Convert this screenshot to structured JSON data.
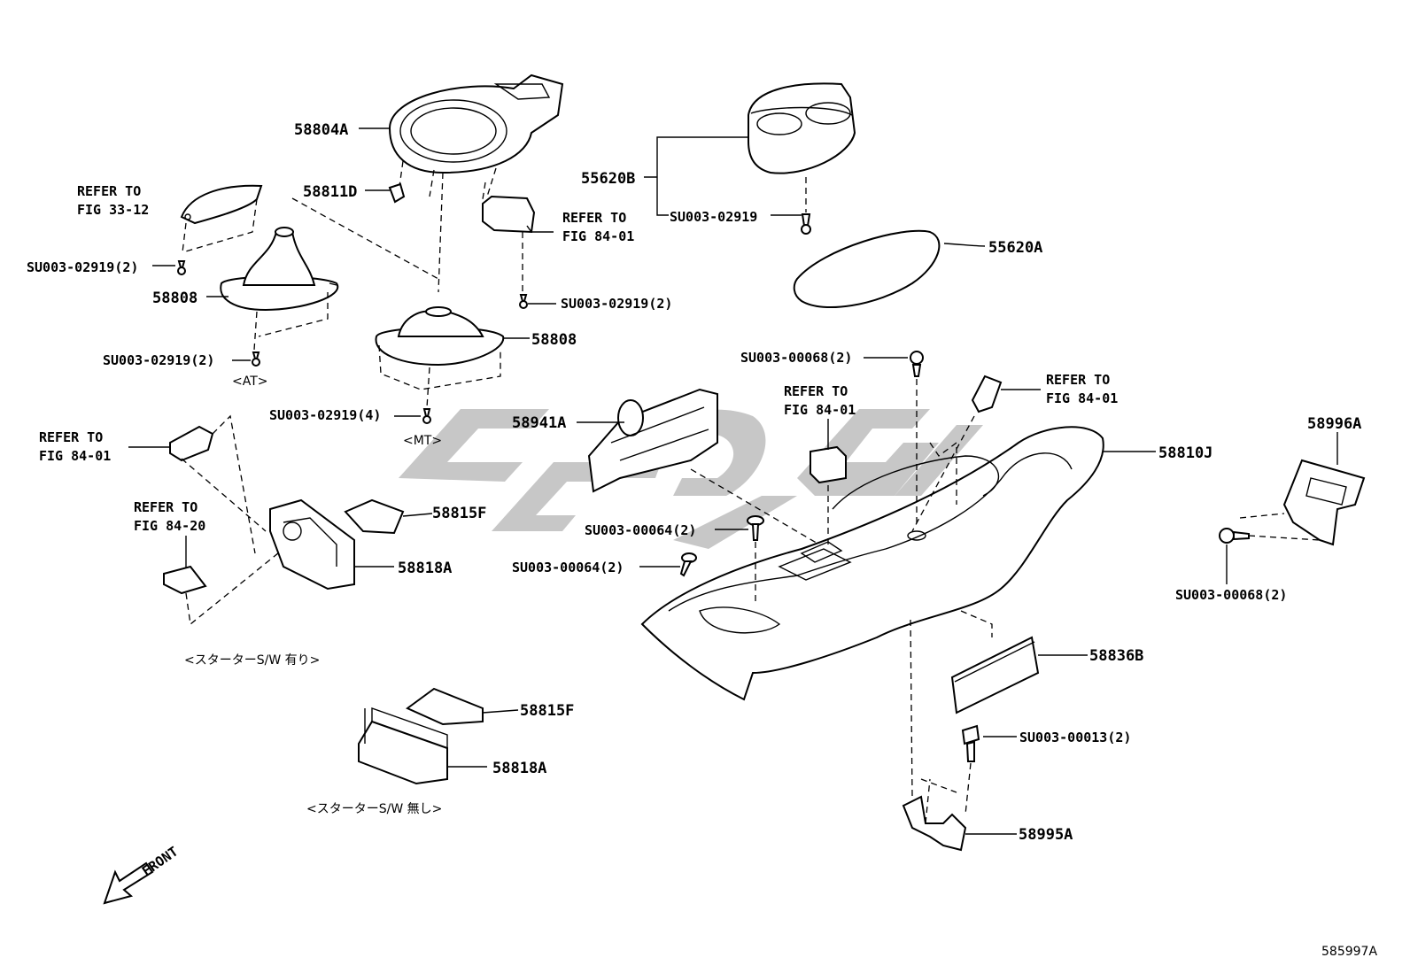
{
  "diagram": {
    "figure_id": "585997A",
    "front_label": "FRONT",
    "parts": {
      "p58804A": "58804A",
      "p58811D": "58811D",
      "p55620B": "55620B",
      "p55620A": "55620A",
      "p58808_at": "58808",
      "p58808_mt": "58808",
      "p58941A": "58941A",
      "p58810J": "58810J",
      "p58996A": "58996A",
      "p58815F_a": "58815F",
      "p58818A_a": "58818A",
      "p58815F_b": "58815F",
      "p58818A_b": "58818A",
      "p58836B": "58836B",
      "p58995A": "58995A"
    },
    "fasteners": {
      "f1": "SU003-02919(2)",
      "f2": "SU003-02919",
      "f3": "SU003-02919(2)",
      "f4": "SU003-02919(2)",
      "f5": "SU003-02919(4)",
      "f6": "SU003-00068(2)",
      "f7": "SU003-00064(2)",
      "f8": "SU003-00064(2)",
      "f9": "SU003-00068(2)",
      "f10": "SU003-00013(2)"
    },
    "refs": {
      "r1_line1": "REFER TO",
      "r1_line2": "FIG 33-12",
      "r2_line1": "REFER TO",
      "r2_line2": "FIG 84-01",
      "r3_line1": "REFER TO",
      "r3_line2": "FIG 84-01",
      "r4_line1": "REFER TO",
      "r4_line2": "FIG 84-01",
      "r5_line1": "REFER TO",
      "r5_line2": "FIG 84-20",
      "r6_line1": "REFER TO",
      "r6_line2": "FIG 84-01"
    },
    "variants": {
      "at": "<AT>",
      "mt": "<MT>",
      "starter_with": "<スターターS/W 有り>",
      "starter_without": "<スターターS/W 無し>"
    }
  }
}
